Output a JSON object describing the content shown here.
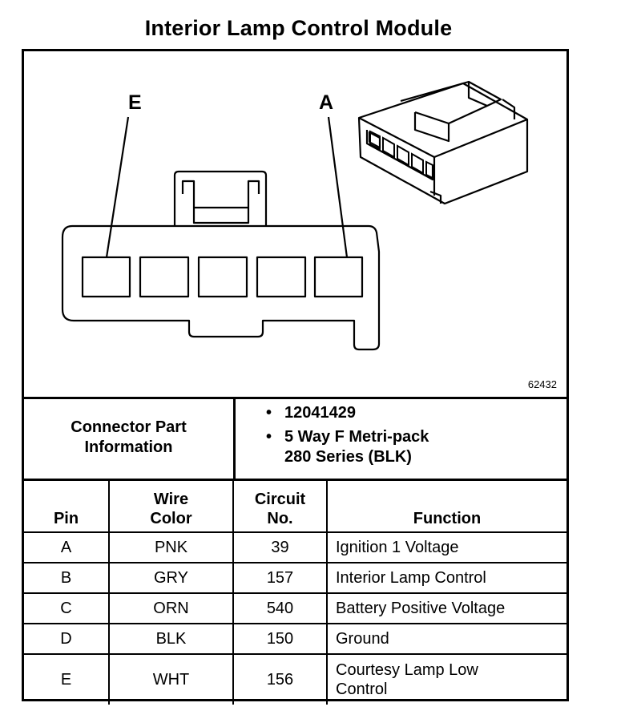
{
  "title": "Interior Lamp Control Module",
  "diagram": {
    "pin_labels": {
      "left": "E",
      "right": "A"
    },
    "figure_id": "62432"
  },
  "connector_info": {
    "label": "Connector Part\nInformation",
    "items": [
      "12041429",
      "5 Way F Metri-pack\n280 Series (BLK)"
    ],
    "bullet": "•"
  },
  "table": {
    "headers": {
      "pin": "Pin",
      "wire_color": "Wire\nColor",
      "circuit": "Circuit\nNo.",
      "function": "Function"
    },
    "rows": [
      {
        "pin": "A",
        "wire": "PNK",
        "circuit": "39",
        "function": "Ignition 1 Voltage"
      },
      {
        "pin": "B",
        "wire": "GRY",
        "circuit": "157",
        "function": "Interior Lamp Control"
      },
      {
        "pin": "C",
        "wire": "ORN",
        "circuit": "540",
        "function": "Battery Positive Voltage"
      },
      {
        "pin": "D",
        "wire": "BLK",
        "circuit": "150",
        "function": "Ground"
      },
      {
        "pin": "E",
        "wire": "WHT",
        "circuit": "156",
        "function": "Courtesy Lamp Low\nControl"
      }
    ]
  }
}
